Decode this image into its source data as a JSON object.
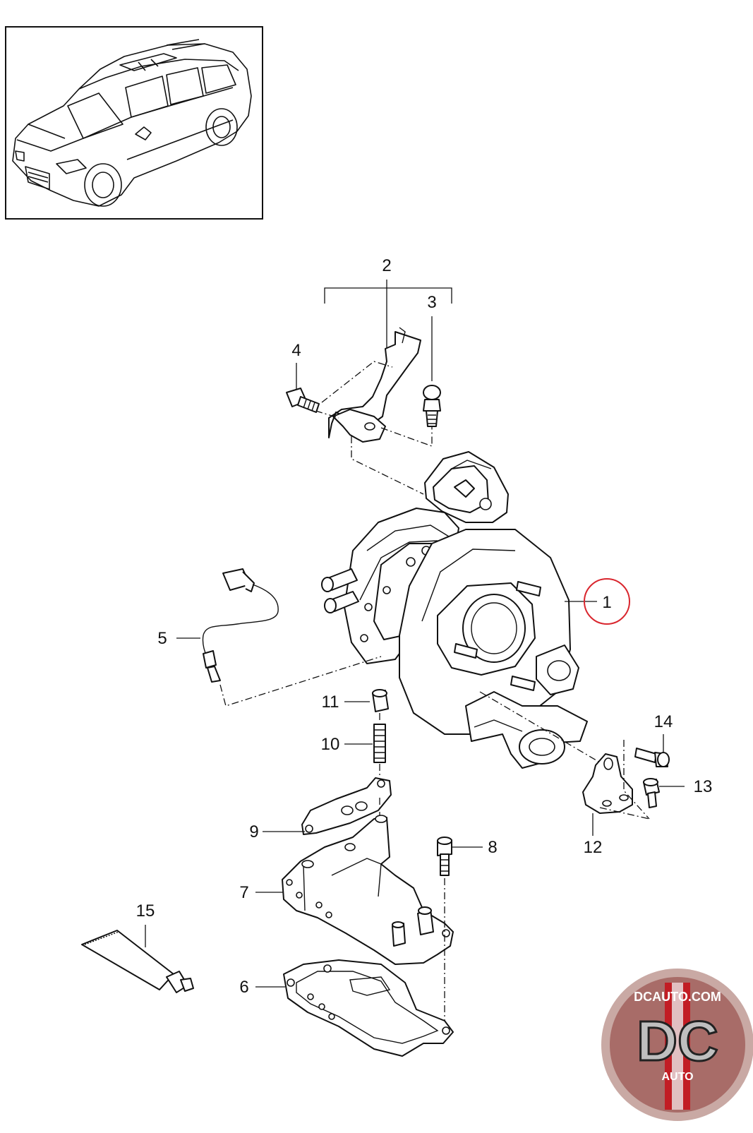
{
  "diagram": {
    "callouts": [
      {
        "id": "1",
        "label": "1"
      },
      {
        "id": "2",
        "label": "2"
      },
      {
        "id": "3",
        "label": "3"
      },
      {
        "id": "4",
        "label": "4"
      },
      {
        "id": "5",
        "label": "5"
      },
      {
        "id": "6",
        "label": "6"
      },
      {
        "id": "7",
        "label": "7"
      },
      {
        "id": "8",
        "label": "8"
      },
      {
        "id": "9",
        "label": "9"
      },
      {
        "id": "10",
        "label": "10"
      },
      {
        "id": "11",
        "label": "11"
      },
      {
        "id": "12",
        "label": "12"
      },
      {
        "id": "13",
        "label": "13"
      },
      {
        "id": "14",
        "label": "14"
      },
      {
        "id": "15",
        "label": "15"
      }
    ],
    "highlight_color": "#d9262e"
  },
  "logo": {
    "domain": "DCAUTO.COM",
    "mark": "DC",
    "sub": "AUTO",
    "colors": {
      "ring": "#c9a9a4",
      "bar": "#c21d24",
      "mark": "#bfbfbf"
    }
  },
  "thumbnail": {
    "icon": "suv-vehicle-icon"
  }
}
